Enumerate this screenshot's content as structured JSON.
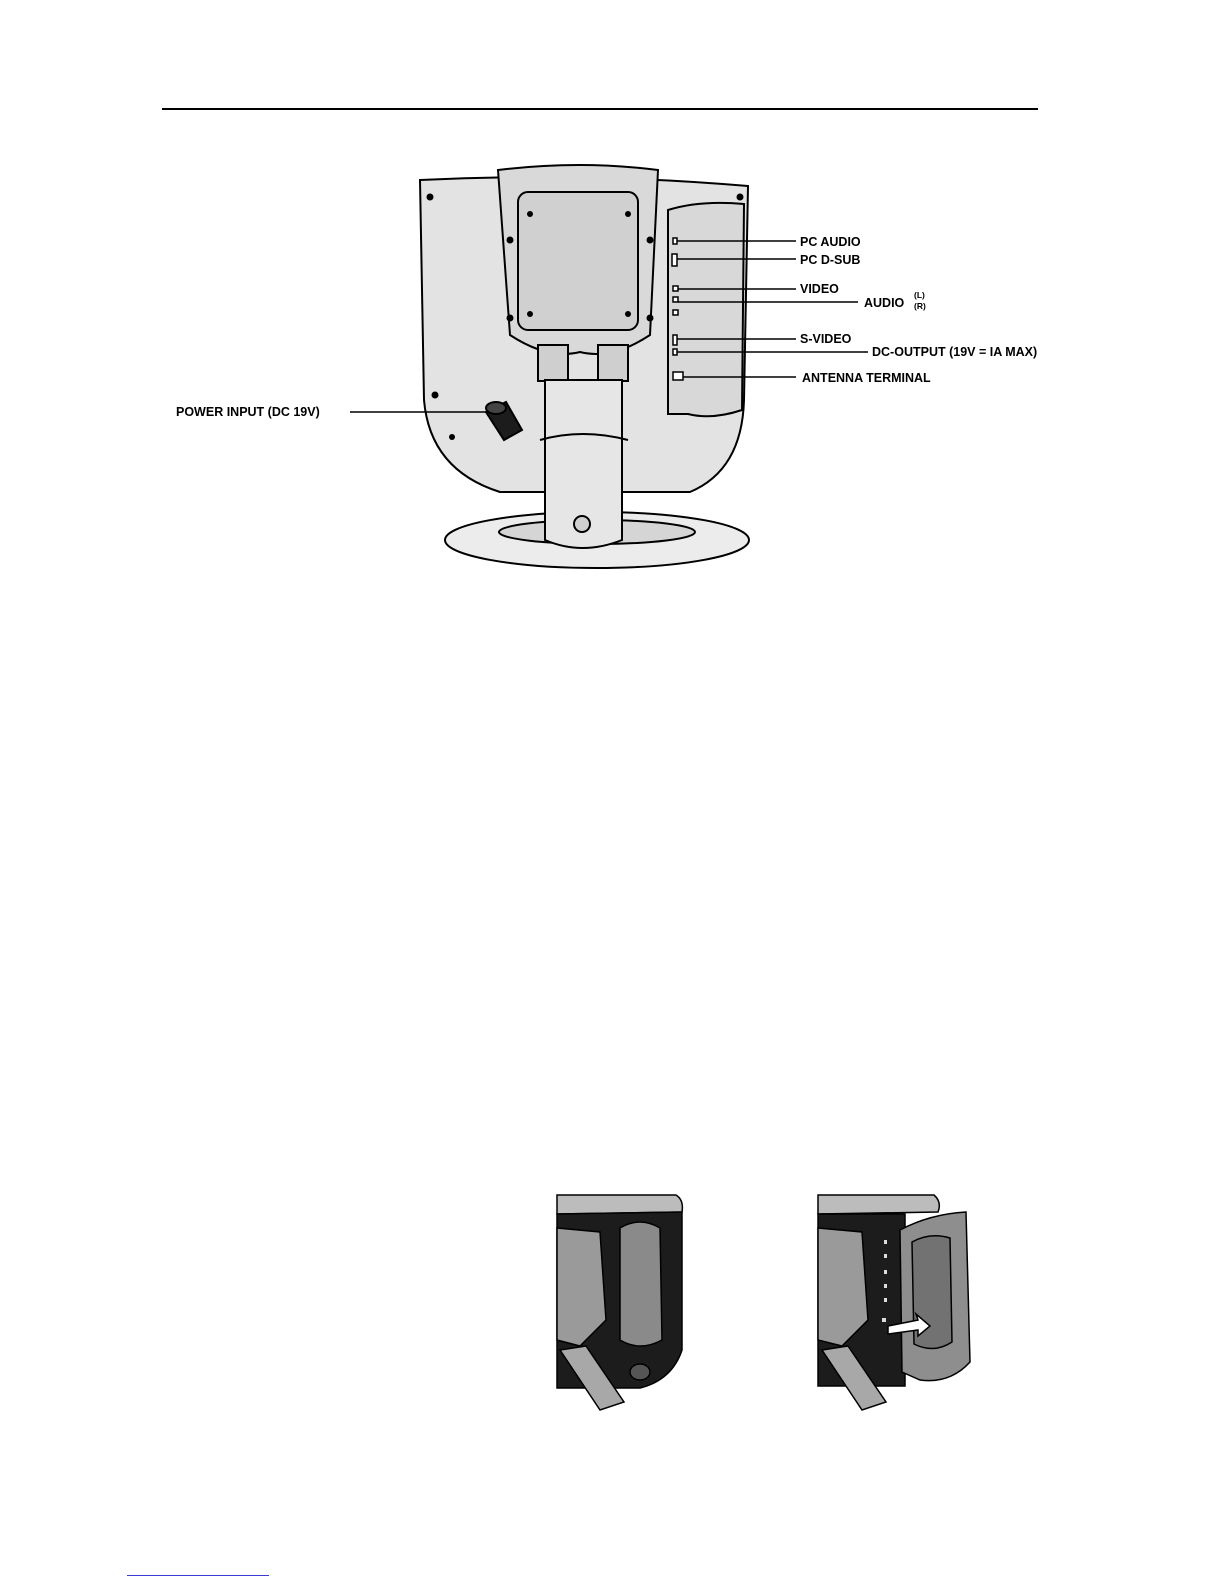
{
  "callouts": {
    "pc_audio": "PC AUDIO",
    "pc_dsub": "PC D-SUB",
    "video": "VIDEO",
    "audio": "AUDIO",
    "audio_l": "(L)",
    "audio_r": "(R)",
    "s_video": "S-VIDEO",
    "dc_output": "DC-OUTPUT (19V = IA MAX)",
    "antenna": "ANTENNA TERMINAL",
    "power_input": "POWER INPUT (DC 19V)"
  },
  "colors": {
    "outline": "#000000",
    "body_fill": "#e3e3e3",
    "panel_fill": "#cfcfcf",
    "dark_shade": "#1c1c1c"
  }
}
